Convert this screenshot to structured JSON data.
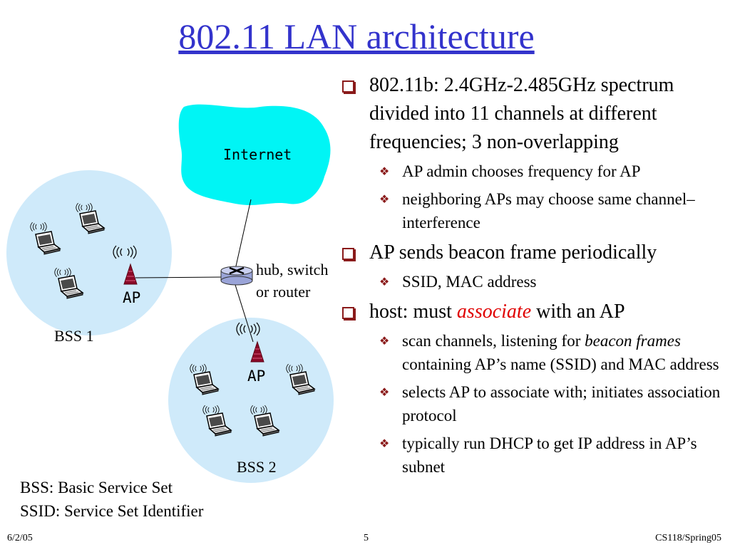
{
  "title": "802.11 LAN architecture",
  "diagram": {
    "internet_label": "Internet",
    "router_label_line1": "hub, switch",
    "router_label_line2": "or router",
    "ap1_label": "AP",
    "ap2_label": "AP",
    "bss1_label": "BSS 1",
    "bss2_label": "BSS 2",
    "colors": {
      "cloud": "#00f5f5",
      "bss": "#cfeafa",
      "ap": "#8b0a28"
    }
  },
  "legend": {
    "bss_def": "BSS: Basic Service Set",
    "ssid_def": "SSID: Service Set Identifier"
  },
  "bullets": {
    "b1": "802.11b: 2.4GHz-2.485GHz spectrum divided into 11 channels at different frequencies; 3 non-overlapping",
    "b1_1": "AP admin chooses frequency for AP",
    "b1_2": "neighboring APs may choose same channel–interference",
    "b2": "AP sends beacon frame periodically",
    "b2_1": "SSID, MAC address",
    "b3_pre": "host: must ",
    "b3_em": "associate",
    "b3_post": " with an AP",
    "b3_1_pre": "scan channels, listening for ",
    "b3_1_em": "beacon frames",
    "b3_1_post": " containing AP’s name (SSID) and MAC address",
    "b3_2": "selects AP to associate with; initiates association protocol",
    "b3_3": "typically run DHCP to get IP address in AP’s subnet"
  },
  "footer": {
    "date": "6/2/05",
    "page": "5",
    "course": "CS118/Spring05"
  }
}
